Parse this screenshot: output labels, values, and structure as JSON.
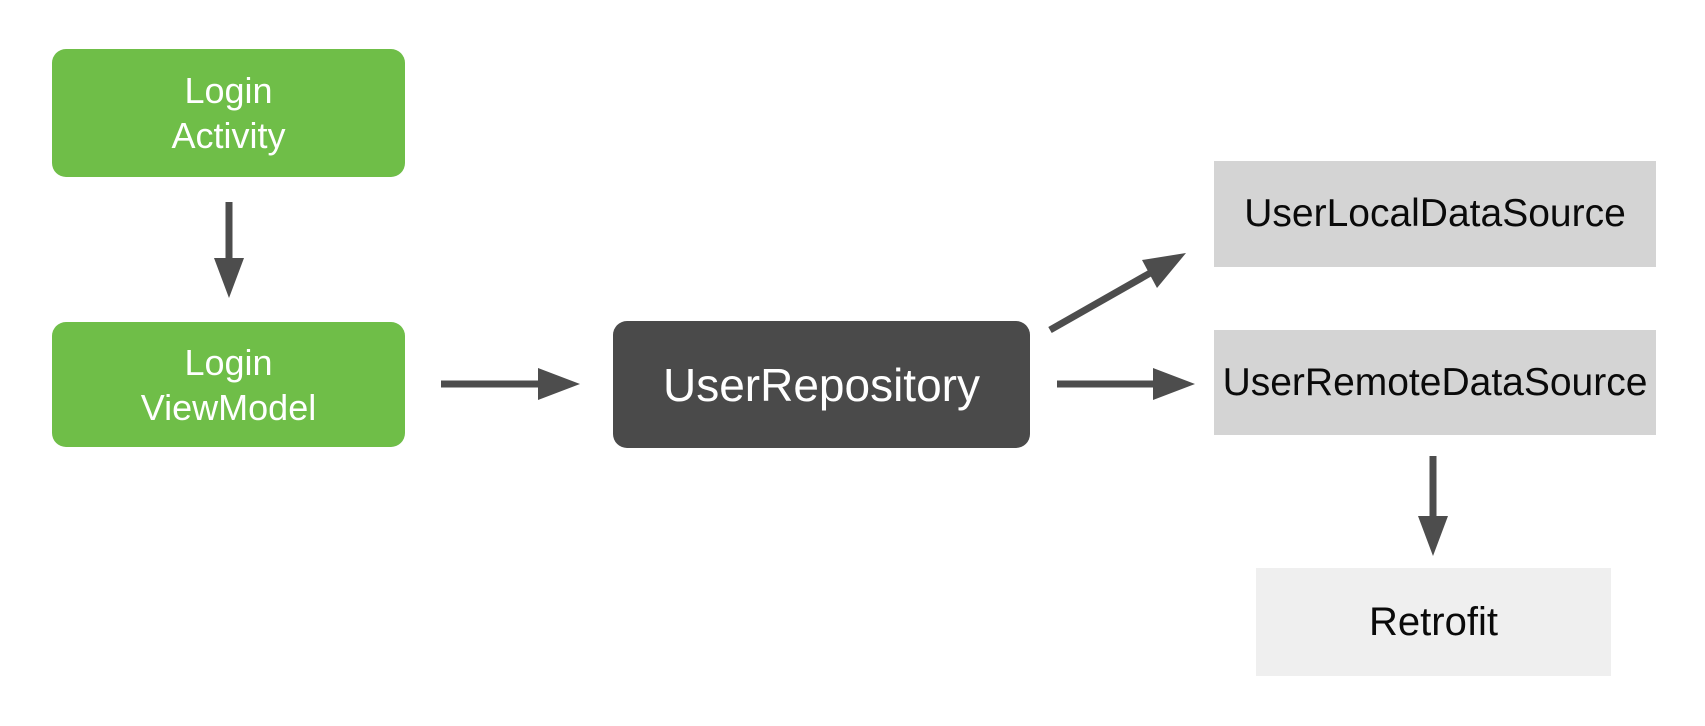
{
  "page": {
    "background_color": "#FFFFFF"
  },
  "diagram": {
    "arrow_color": "#4D4D4D",
    "nodes": [
      {
        "id": "login-activity",
        "label": "Login\nActivity",
        "fill": "#6FBE48",
        "text_color": "#FFFFFF"
      },
      {
        "id": "login-viewmodel",
        "label": "Login\nViewModel",
        "fill": "#6FBE48",
        "text_color": "#FFFFFF"
      },
      {
        "id": "user-repository",
        "label": "UserRepository",
        "fill": "#4A4A4A",
        "text_color": "#FFFFFF"
      },
      {
        "id": "user-local-data-source",
        "label": "UserLocalDataSource",
        "fill": "#D4D4D4",
        "text_color": "#0A0A0A"
      },
      {
        "id": "user-remote-data-source",
        "label": "UserRemoteDataSource",
        "fill": "#D4D4D4",
        "text_color": "#0A0A0A"
      },
      {
        "id": "retrofit",
        "label": "Retrofit",
        "fill": "#EFEFEF",
        "text_color": "#0A0A0A"
      }
    ],
    "edges": [
      {
        "from": "login-activity",
        "to": "login-viewmodel"
      },
      {
        "from": "login-viewmodel",
        "to": "user-repository"
      },
      {
        "from": "user-repository",
        "to": "user-local-data-source"
      },
      {
        "from": "user-repository",
        "to": "user-remote-data-source"
      },
      {
        "from": "user-remote-data-source",
        "to": "retrofit"
      }
    ]
  }
}
